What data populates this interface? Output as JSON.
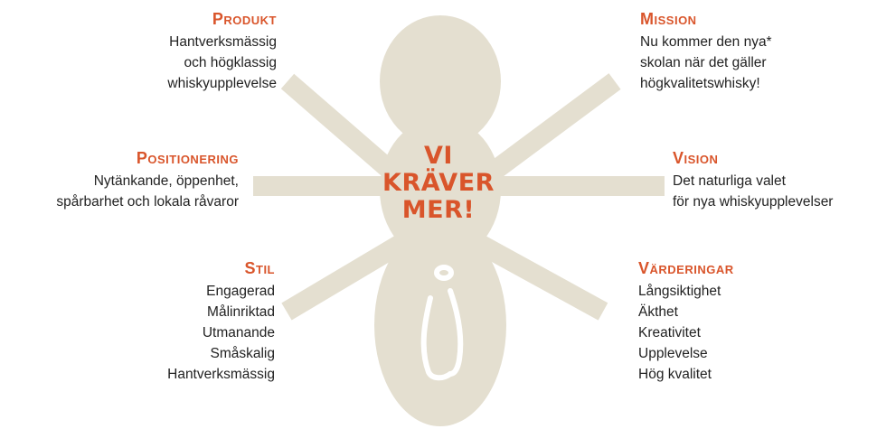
{
  "colors": {
    "shape": "#e4dfd0",
    "accent": "#d9552b",
    "text": "#222222",
    "background": "#ffffff"
  },
  "center": {
    "slogan_lines": [
      "Vi",
      "kräver",
      "mer!"
    ],
    "figure_icon": "person-silhouette-icon"
  },
  "blocks": {
    "produkt": {
      "heading": "Produkt",
      "lines": [
        "Hantverksmässig",
        "och högklassig",
        "whiskyupplevelse"
      ]
    },
    "positionering": {
      "heading": "Positionering",
      "lines": [
        "Nytänkande, öppenhet,",
        "spårbarhet och lokala råvaror"
      ]
    },
    "stil": {
      "heading": "Stil",
      "lines": [
        "Engagerad",
        "Målinriktad",
        "Utmanande",
        "Småskalig",
        "Hantverksmässig"
      ]
    },
    "mission": {
      "heading": "Mission",
      "lines": [
        "Nu kommer den nya*",
        "skolan när det gäller",
        "högkvalitetswhisky!"
      ]
    },
    "vision": {
      "heading": "Vision",
      "lines": [
        "Det naturliga valet",
        "för nya whiskyupplevelser"
      ]
    },
    "varderingar": {
      "heading": "Värderingar",
      "lines": [
        "Långsiktighet",
        "Äkthet",
        "Kreativitet",
        "Upplevelse",
        "Hög kvalitet"
      ]
    }
  }
}
